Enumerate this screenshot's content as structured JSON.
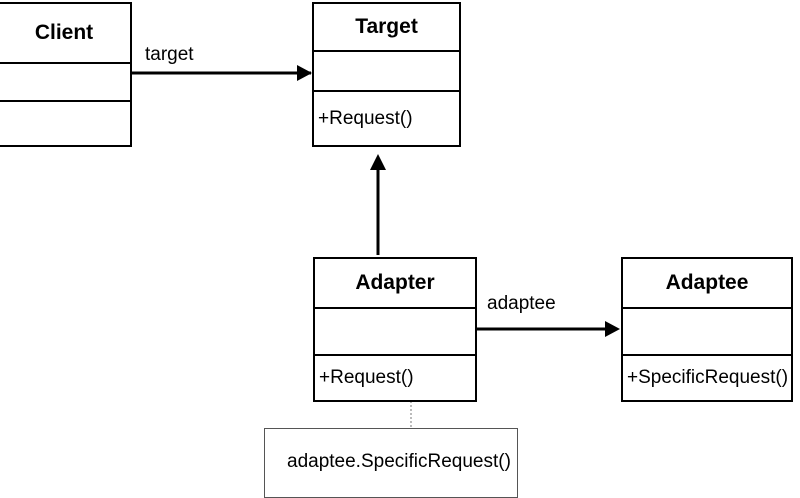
{
  "classes": {
    "client": {
      "name": "Client",
      "operation": ""
    },
    "target": {
      "name": "Target",
      "operation": "+Request()"
    },
    "adapter": {
      "name": "Adapter",
      "operation": "+Request()"
    },
    "adaptee": {
      "name": "Adaptee",
      "operation": "+SpecificRequest()"
    }
  },
  "associations": {
    "client_to_target": "target",
    "adapter_to_adaptee": "adaptee"
  },
  "note": {
    "text": "adaptee.SpecificRequest()"
  }
}
